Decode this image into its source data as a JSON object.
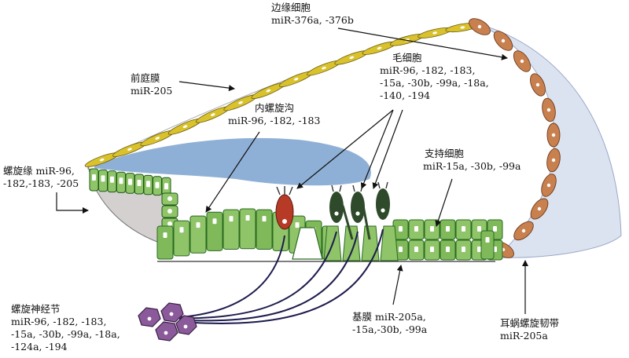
{
  "labels": {
    "marginal": {
      "title": "边缘细胞",
      "lines": [
        "miR-376a, -376b"
      ]
    },
    "reissner": {
      "title": "前庭膜",
      "lines": [
        "miR-205"
      ]
    },
    "hair": {
      "title": "毛细胞",
      "lines": [
        "miR-96, -182, -183,",
        "-15a, -30b, -99a, -18a,",
        "-140, -194"
      ]
    },
    "inner_sulcus": {
      "title": "内螺旋沟",
      "lines": [
        "miR-96, -182, -183"
      ]
    },
    "limbus": {
      "title": "螺旋缘",
      "inline": "miR-96,",
      "lines": [
        "-182,-183, -205"
      ]
    },
    "supporting": {
      "title": "支持细胞",
      "lines": [
        "miR-15a, -30b, -99a"
      ]
    },
    "ganglion": {
      "title": "螺旋神经节",
      "lines": [
        "miR-96, -182, -183,",
        "-15a, -30b, -99a, -18a,",
        "-124a, -194"
      ]
    },
    "basilar": {
      "title": "基膜",
      "inline": "miR-205a,",
      "lines": [
        "-15a,-30b, -99a"
      ]
    },
    "ligament": {
      "title": "耳蜗螺旋韧带",
      "lines": [
        "miR-205a"
      ]
    }
  },
  "colors": {
    "reissner": "#d9c22c",
    "stria": "#c9804f",
    "ligament": "#dce3f0",
    "tectorial": "#8fb0d6",
    "limbus": "#d4d0d0",
    "organ_green": "#8fc469",
    "dark_green": "#3e8e30",
    "hair_dark": "#2f4a2b",
    "hair_red": "#b73a26",
    "ganglion": "#8b5a9a",
    "nerve": "#1e1c4d"
  }
}
